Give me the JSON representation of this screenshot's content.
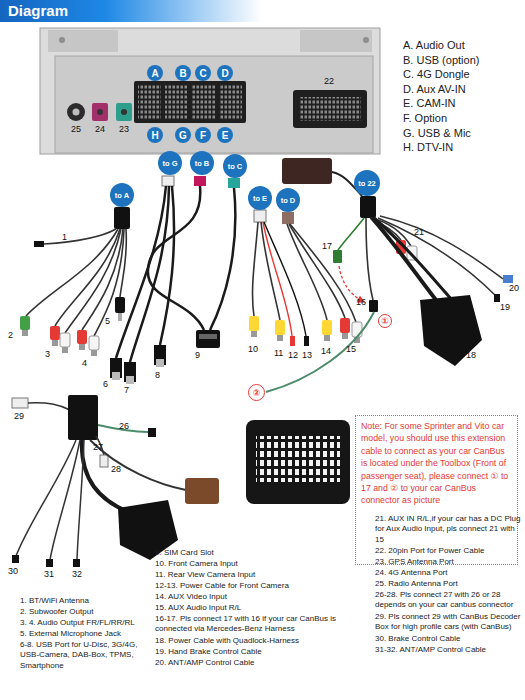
{
  "diagram": {
    "title": "Diagram",
    "nodes": [
      {
        "text": [
          "A"
        ]
      },
      {
        "text": [
          "B"
        ]
      },
      {
        "text": [
          "C"
        ]
      },
      {
        "text": [
          "D"
        ]
      },
      {
        "text": [
          "H"
        ]
      },
      {
        "text": [
          "G"
        ]
      },
      {
        "text": [
          "F"
        ]
      },
      {
        "text": [
          "E"
        ]
      },
      {
        "text": [
          "to G"
        ]
      },
      {
        "text": [
          "to B"
        ]
      },
      {
        "text": [
          "to C"
        ]
      },
      {
        "text": [
          "to A"
        ]
      },
      {
        "text": [
          "to E"
        ]
      },
      {
        "text": [
          "to D"
        ]
      },
      {
        "text": [
          "to 22"
        ]
      },
      {
        "text": [
          "①"
        ]
      },
      {
        "text": [
          "②"
        ]
      },
      {
        "text": [
          "Note: For some Sprinter and Vito car model, you should use this extension cable to connect as your car CanBus is located under the Toolbox (Front of passenger seat), please connect ① to 17 and ② to your car CanBus connector as picture"
        ]
      }
    ],
    "labels": [
      "A. Audio Out",
      "B. USB (option)",
      "C. 4G Dongle",
      "D. Aux AV-IN",
      "E. CAM-IN",
      "F. Option",
      "G. USB & Mic",
      "H. DTV-IN",
      "22",
      "25",
      "24",
      "23",
      "1",
      "2",
      "3",
      "4",
      "5",
      "6",
      "7",
      "8",
      "9",
      "10",
      "11",
      "12",
      "13",
      "14",
      "15",
      "16",
      "17",
      "18",
      "19",
      "20",
      "21",
      "26",
      "27",
      "28",
      "29",
      "30",
      "31",
      "32",
      "1. BT/WiFi Antenna",
      "2. Subwoofer Output",
      "3. 4. Audio Output FR/FL/RR/RL",
      "5. External Microphone Jack",
      "6-8. USB Port for U-Disc, 3G/4G, USB-Camera, DAB-Box, TPMS, Smartphone",
      "9. SIM Card Slot",
      "10. Front Camera Input",
      "11. Rear View Camera Input",
      "12-13. Power Cable for Front Camera",
      "14. AUX Video Input",
      "15. AUX Audio Input R/L",
      "16-17. Pls connect 17 with 16 if your car CanBus is connected via Mercedes-Benz Harness",
      "18. Power Cable with Quadlock-Harness",
      "19. Hand Brake Control Cable",
      "20. ANT/AMP Control Cable",
      "21. AUX IN R/L,if your car has a DC Plug for Aux Audio Input, pls connect 21 with 15",
      "22. 20pin Port for Power Cable",
      "23. GPS Antenna Port",
      "24. 4G Antenna Port",
      "25. Radio Antenna Port",
      "26-28. Pls connect 27 with 26 or 28 depends on your car canbus connector",
      "29. Pls connect 29 with CanBus Decoder Box for high profile cars (with CanBus)",
      "30. Brake Control Cable",
      "31-32. ANT/AMP Control Cable"
    ]
  }
}
